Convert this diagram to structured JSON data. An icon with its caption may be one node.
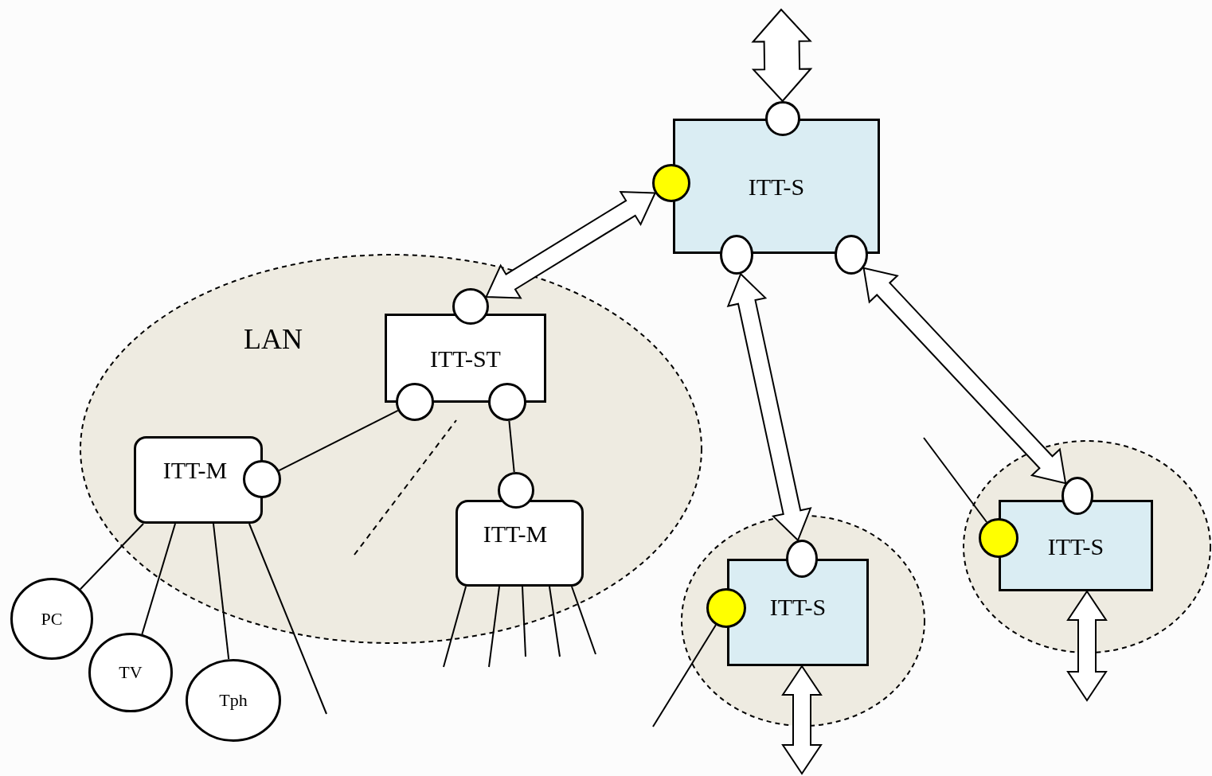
{
  "diagram": {
    "nodes": [
      {
        "text": [
          "ITT-S"
        ]
      },
      {
        "text": [],
        "shape": "circle"
      },
      {
        "text": [],
        "shape": "circle"
      },
      {
        "text": [],
        "shape": "ellipse"
      },
      {
        "text": [],
        "shape": "ellipse"
      },
      {
        "text": [
          "LAN"
        ]
      },
      {
        "text": [
          "ITT-ST"
        ],
        "in": 5
      },
      {
        "text": [],
        "shape": "circle",
        "in": 5
      },
      {
        "text": [],
        "shape": "circle",
        "in": 5
      },
      {
        "text": [],
        "shape": "circle",
        "in": 5
      },
      {
        "text": [
          "ITT-M"
        ],
        "in": 5
      },
      {
        "text": [],
        "shape": "circle",
        "in": 5
      },
      {
        "text": [
          "ITT-M"
        ],
        "in": 5
      },
      {
        "text": [],
        "shape": "circle",
        "in": 5
      },
      {
        "text": [
          "PC"
        ]
      },
      {
        "text": [
          "TV"
        ]
      },
      {
        "text": [
          "Tph"
        ]
      },
      {
        "text": [],
        "shape": "ellipse"
      },
      {
        "text": [
          "ITT-S"
        ],
        "in": 17
      },
      {
        "text": [],
        "shape": "ellipse",
        "in": 17
      },
      {
        "text": [],
        "shape": "circle",
        "in": 17
      },
      {
        "text": [],
        "shape": "ellipse"
      },
      {
        "text": [
          "ITT-S"
        ],
        "in": 21
      },
      {
        "text": [],
        "shape": "ellipse",
        "in": 21
      },
      {
        "text": [],
        "shape": "circle",
        "in": 21
      }
    ],
    "edges": [
      {
        "from": null,
        "to": 1,
        "arrow": "both",
        "style": "thick"
      },
      {
        "from": 2,
        "to": 7,
        "arrow": "both",
        "style": "thick"
      },
      {
        "from": 3,
        "to": 19,
        "arrow": "both",
        "style": "thick"
      },
      {
        "from": 4,
        "to": 23,
        "arrow": "both",
        "style": "thick"
      },
      {
        "from": 8,
        "to": 11,
        "arrow": "none"
      },
      {
        "from": 9,
        "to": 13,
        "arrow": "none"
      },
      {
        "from": 10,
        "to": 14,
        "arrow": "none"
      },
      {
        "from": 10,
        "to": 15,
        "arrow": "none"
      },
      {
        "from": 10,
        "to": 16,
        "arrow": "none"
      },
      {
        "from": 10,
        "to": null,
        "arrow": "none"
      },
      {
        "from": 12,
        "to": null,
        "arrow": "none"
      },
      {
        "from": 12,
        "to": null,
        "arrow": "none"
      },
      {
        "from": 12,
        "to": null,
        "arrow": "none"
      },
      {
        "from": 12,
        "to": null,
        "arrow": "none"
      },
      {
        "from": 12,
        "to": null,
        "arrow": "none"
      },
      {
        "from": 20,
        "to": null,
        "arrow": "none"
      },
      {
        "from": 24,
        "to": null,
        "arrow": "none"
      },
      {
        "from": 18,
        "to": null,
        "arrow": "both",
        "style": "thick"
      },
      {
        "from": 22,
        "to": null,
        "arrow": "both",
        "style": "thick"
      }
    ]
  }
}
